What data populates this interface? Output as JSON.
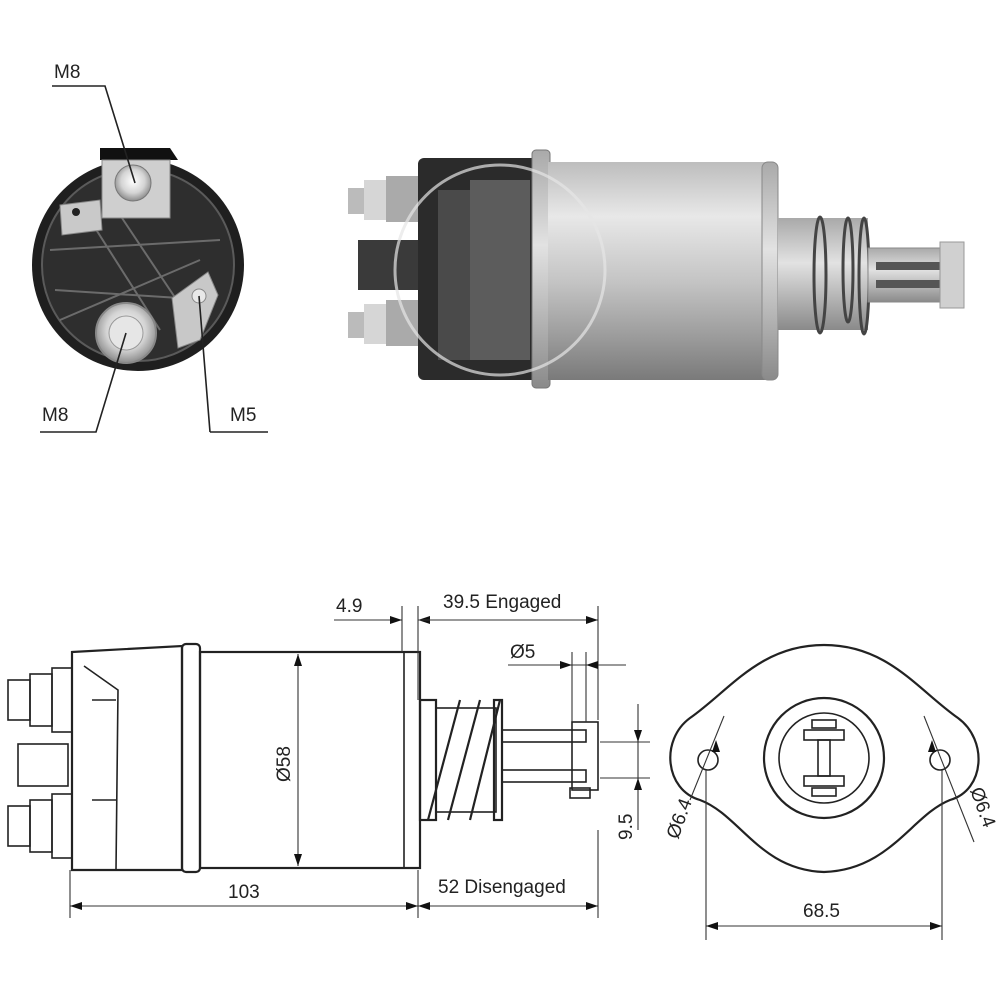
{
  "diagram": {
    "subject": "starter solenoid",
    "colors": {
      "line": "#222222",
      "background": "#ffffff",
      "metal_light": "#d8d8d8",
      "metal_dark": "#3a3a3a"
    }
  },
  "terminal_view": {
    "labels": {
      "top_terminal": "M8",
      "bottom_terminal": "M8",
      "small_terminal": "M5"
    }
  },
  "side_drawing": {
    "dim_flange": "4.9",
    "dim_engaged": "39.5 Engaged",
    "dim_pin_diameter": "Ø5",
    "dim_body_diameter": "Ø58",
    "dim_slot": "9.5",
    "dim_length": "103",
    "dim_disengaged": "52 Disengaged"
  },
  "end_drawing": {
    "dim_hole_left": "Ø6.4",
    "dim_hole_right": "Ø6.4",
    "dim_hole_spacing": "68.5"
  }
}
